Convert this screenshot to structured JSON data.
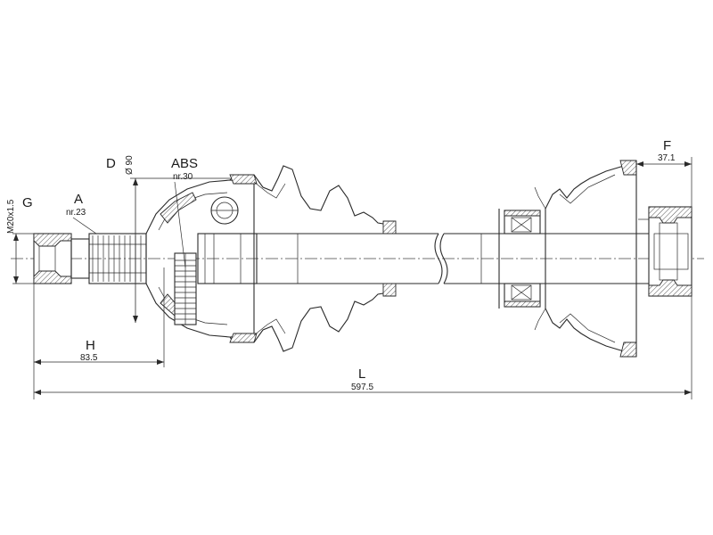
{
  "labels": {
    "D": "D",
    "diameter": "Ø 90",
    "abs": "ABS",
    "abs_nr": "nr.30",
    "g": "G",
    "thread": "M20x1.5",
    "a": "A",
    "a_nr": "nr.23",
    "h": "H",
    "h_value": "83.5",
    "l": "L",
    "l_value": "597.5",
    "f": "F",
    "f_value": "37.1"
  }
}
